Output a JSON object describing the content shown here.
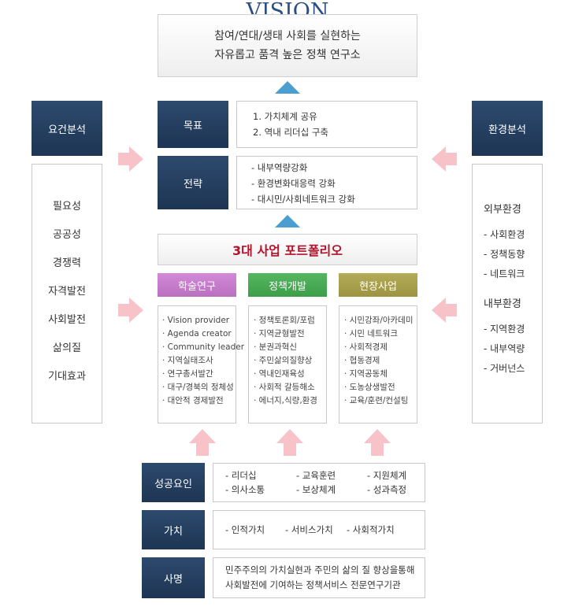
{
  "vision": {
    "title": "VISION",
    "line1": "참여/연대/생태 사회를 실현하는",
    "line2": "자유롭고 품격 높은 정책 연구소"
  },
  "goal": {
    "label": "목표",
    "items": [
      "1. 가치체계 공유",
      "2. 역내 리더십 구축"
    ]
  },
  "strategy": {
    "label": "전략",
    "items": [
      "-  내부역량강화",
      "-  환경변화대응력 강화",
      "-  대시민/사회네트워크 강화"
    ]
  },
  "requirements": {
    "label": "요건분석",
    "items": [
      "필요성",
      "공공성",
      "경쟁력",
      "자격발전",
      "사회발전",
      "삶의질",
      "기대효과"
    ]
  },
  "environment": {
    "label": "환경분석",
    "external_title": "외부환경",
    "external_items": [
      "- 사회환경",
      "- 정책동향",
      "- 네트워크"
    ],
    "internal_title": "내부환경",
    "internal_items": [
      "- 지역환경",
      "- 내부역량",
      "- 거버넌스"
    ]
  },
  "portfolio": {
    "title": "3대 사업 포트폴리오",
    "columns": [
      {
        "label": "학술연구",
        "color": "#b870bf",
        "items": [
          "· Vision provider",
          "· Agenda creator",
          "· Community leader",
          "· 지역실태조사",
          "· 연구총서발간",
          "· 대구/경북의 정체성",
          "· 대안적 경제발전"
        ]
      },
      {
        "label": "정책개발",
        "color": "#3c9e48",
        "items": [
          "· 정책토론회/포럼",
          "· 지역균형발전",
          "· 분권과혁신",
          "· 주민삶의질향상",
          "· 역내인재육성",
          "· 사회적 갈등해소",
          "· 에너지,식량,환경"
        ]
      },
      {
        "label": "현장사업",
        "color": "#9c9440",
        "items": [
          "· 시민강좌/아카데미",
          "· 시민 네트워크",
          "· 사회적경제",
          "· 협동경제",
          "· 지역공동체",
          "· 도농상생발전",
          "· 교육/훈련/컨설팅"
        ]
      }
    ]
  },
  "success": {
    "label": "성공요인",
    "items": [
      "- 리더십",
      "- 교육훈련",
      "- 지원체계",
      "- 의사소통",
      "- 보상체계",
      "- 성과측정"
    ]
  },
  "value": {
    "label": "가치",
    "items": [
      "- 인적가치",
      "- 서비스가치",
      "- 사회적가치"
    ]
  },
  "mission": {
    "label": "사명",
    "line1": "민주주의의 가치실현과 주민의 삶의 질 향상을통해",
    "line2": "사회발전에 기여하는 정책서비스 전문연구기관"
  },
  "colors": {
    "navy": "#1e3554",
    "vision_title": "#2b4e84",
    "portfolio_title": "#b3122b",
    "up_arrow": "#4a9fd0",
    "pink_arrow": "#f7c3c9"
  }
}
